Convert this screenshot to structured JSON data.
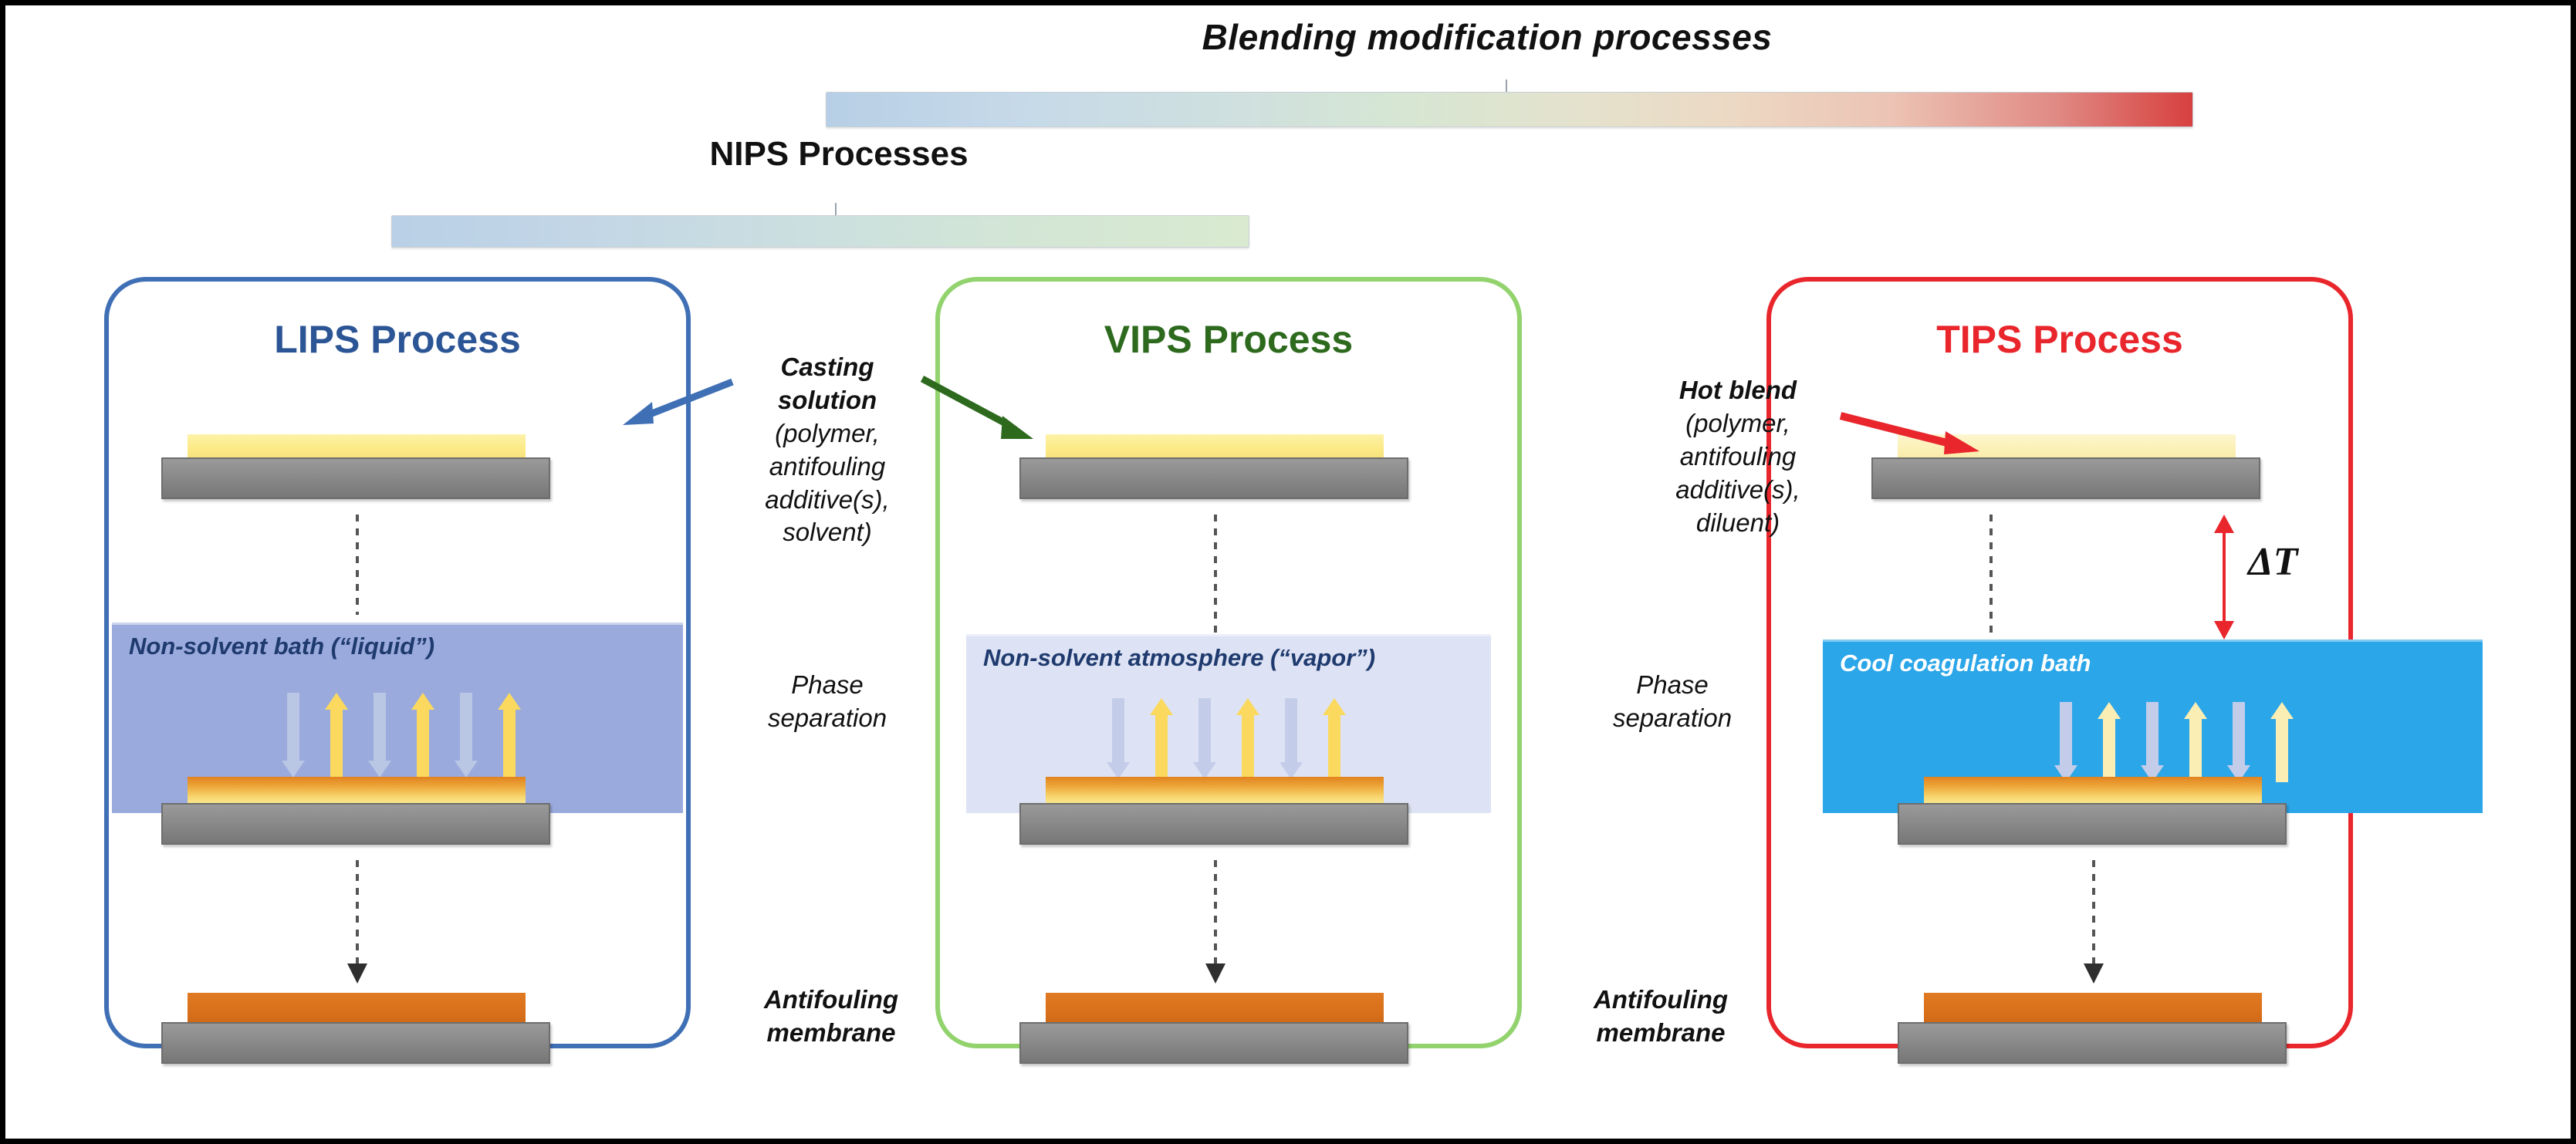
{
  "banner": {
    "blending_title": "Blending modification processes",
    "nips_title": "NIPS Processes"
  },
  "panels": [
    {
      "id": "lips",
      "title": "LIPS Process",
      "accent": "#3f6fb5",
      "title_color": "#2c5596",
      "bath_label": "Non-solvent bath (“liquid”)",
      "bath_color": "#9aaadd",
      "bath_label_color": "#1f3a6e"
    },
    {
      "id": "vips",
      "title": "VIPS Process",
      "accent": "#92d36e",
      "title_color": "#2d6a1e",
      "bath_label": "Non-solvent atmosphere (“vapor”)",
      "bath_color": "#dde3f4",
      "bath_label_color": "#1f3a6e"
    },
    {
      "id": "tips",
      "title": "TIPS Process",
      "accent": "#e8262c",
      "title_color": "#e8262c",
      "bath_label": "Cool coagulation bath",
      "bath_color": "#2ba6e8",
      "bath_label_color": "#ffffff"
    }
  ],
  "annotations": {
    "casting_solution": {
      "heading": "Casting",
      "heading2": "solution",
      "detail_line1": "(polymer,",
      "detail_line2": "antifouling",
      "detail_line3": "additive(s),",
      "detail_line4": "solvent)"
    },
    "hot_blend": {
      "heading": "Hot blend",
      "detail_line1": "(polymer,",
      "detail_line2": "antifouling",
      "detail_line3": "additive(s),",
      "detail_line4": "diluent)"
    },
    "phase_separation_line1": "Phase",
    "phase_separation_line2": "separation",
    "antifouling_membrane_line1": "Antifouling",
    "antifouling_membrane_line2": "membrane",
    "delta_t": "ΔT"
  },
  "colors": {
    "film_cast": "#fbea85",
    "film_membrane": "#d9701b",
    "substrate": "#8c8c8c",
    "arrow_blue": "#b9c6e4",
    "arrow_gold": "#fbd95e",
    "delta_t_arrow": "#e8262c"
  }
}
